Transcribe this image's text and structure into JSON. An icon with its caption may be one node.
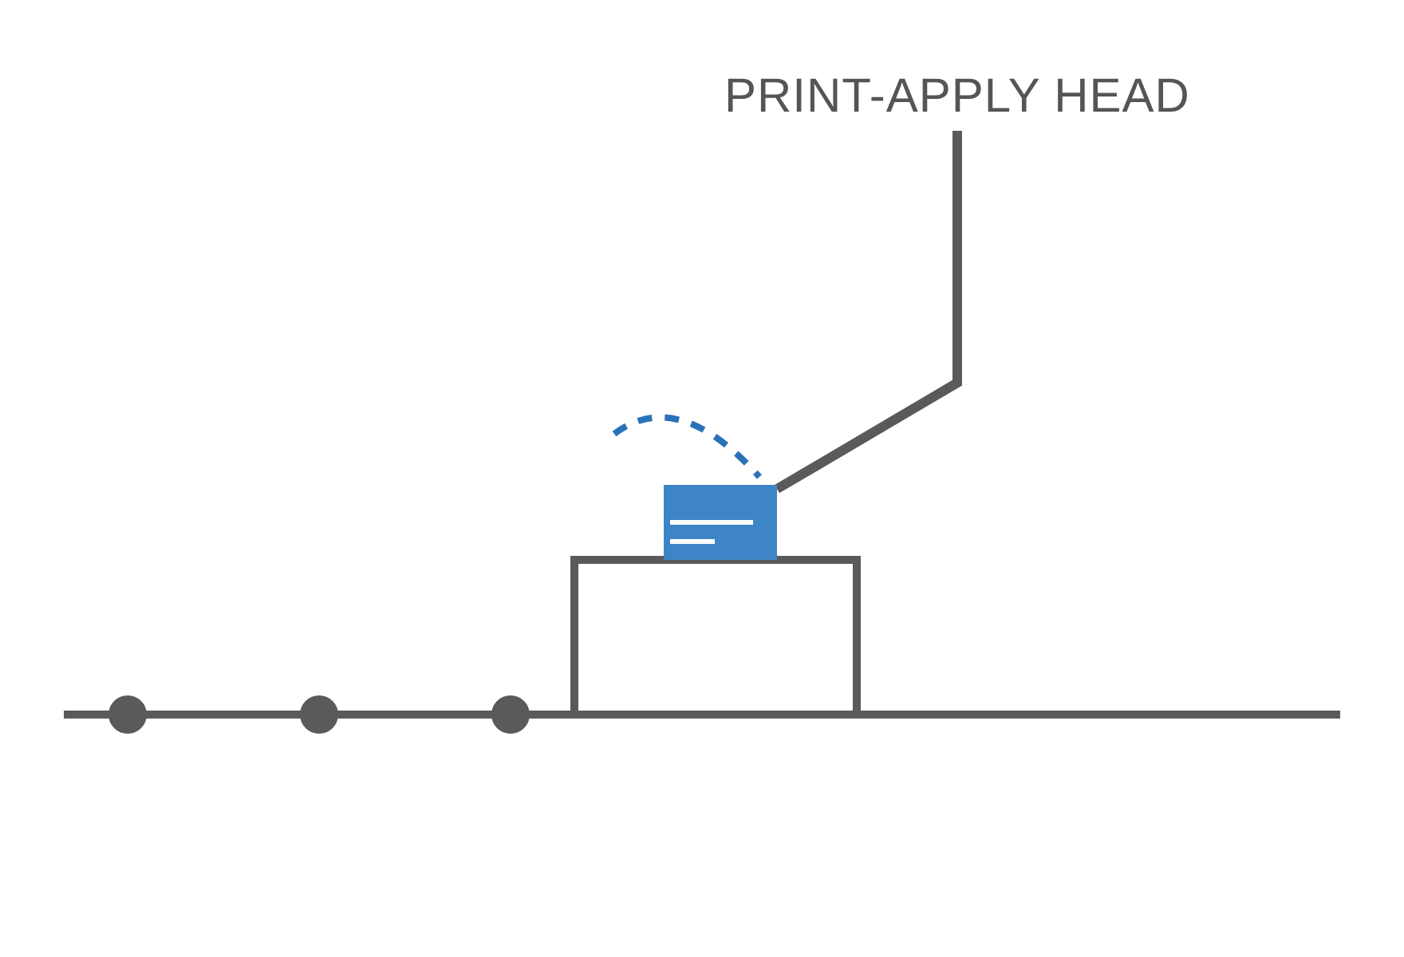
{
  "diagram": {
    "nodes": [
      {
        "text": [
          "PRINT-APPLY HEAD"
        ]
      },
      {
        "text": [],
        "shape": "box"
      }
    ],
    "edges": [
      {
        "from": 0,
        "to": 1,
        "arrow": "none"
      }
    ]
  }
}
